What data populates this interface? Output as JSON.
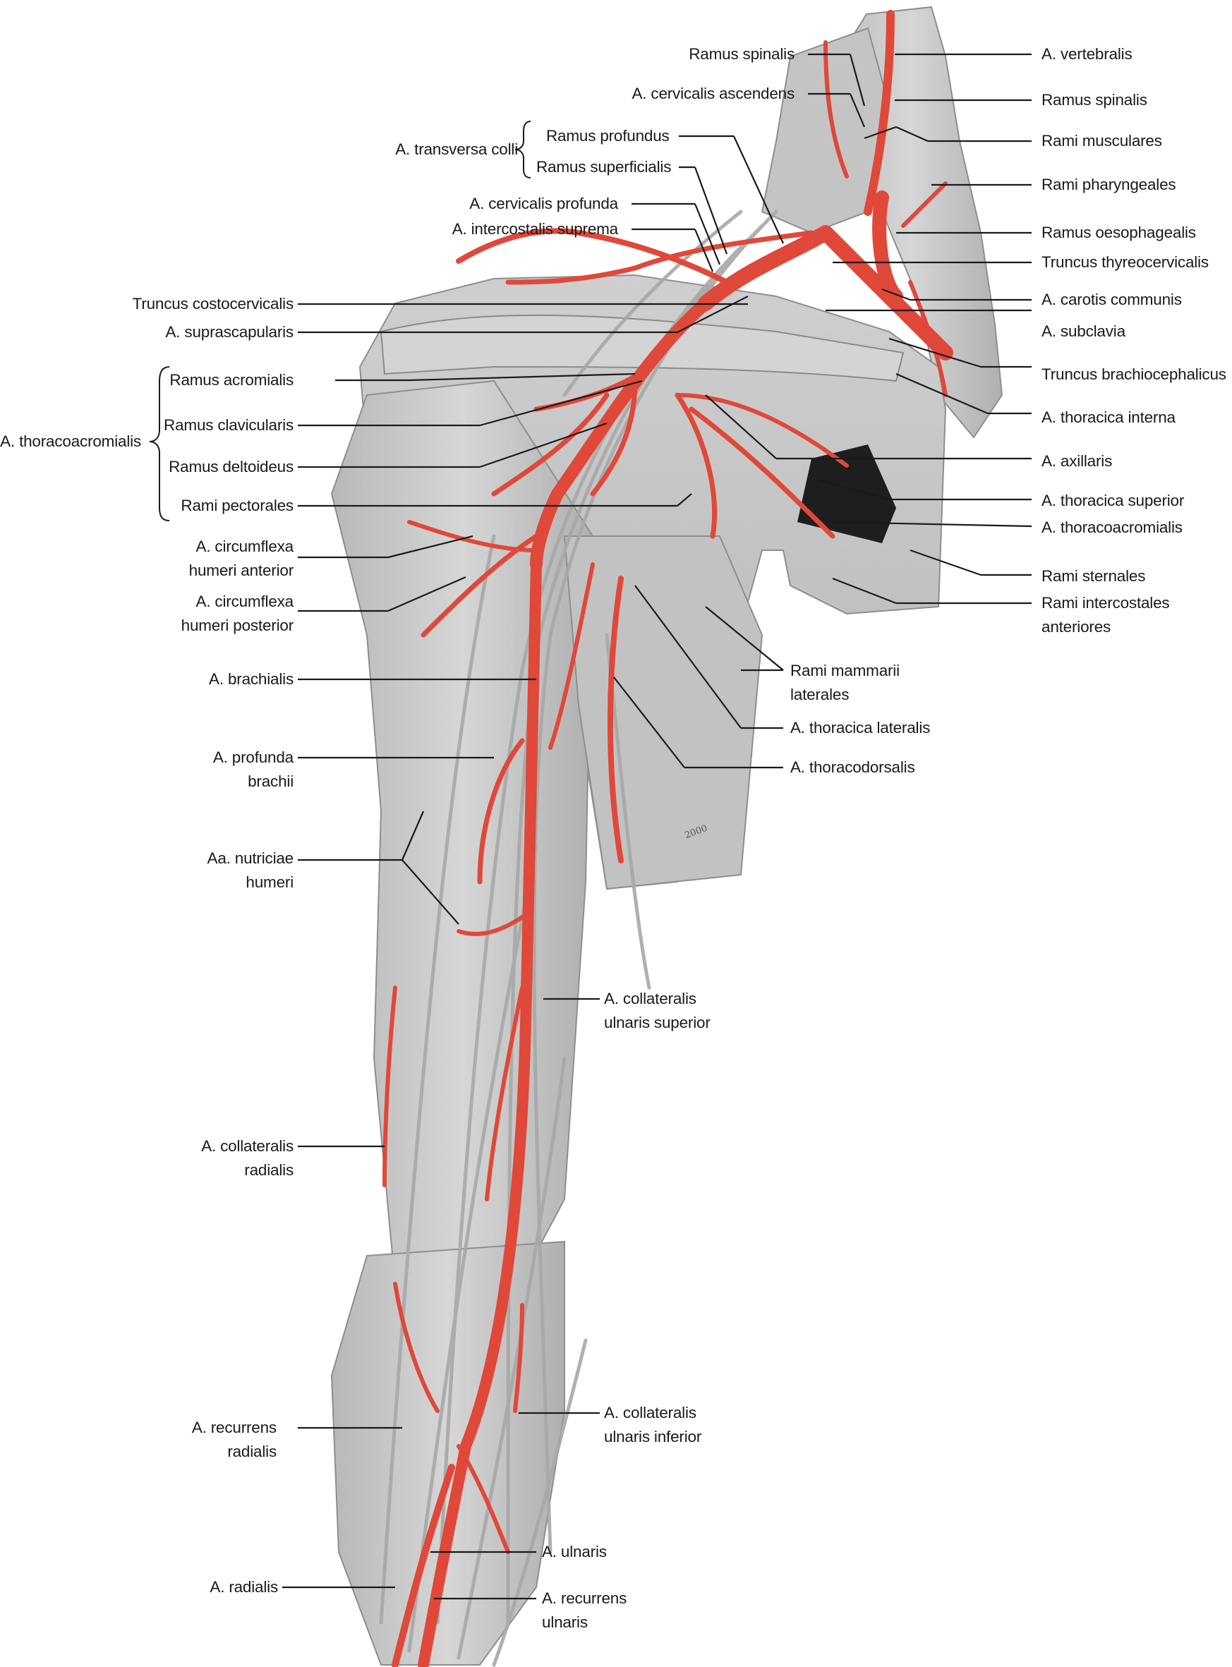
{
  "colors": {
    "artery": "#e0483a",
    "artery_dark": "#b62f26",
    "tissue": "#c9c9c9",
    "tissue_dark": "#9e9e9e",
    "nerve": "#b3b3b3",
    "line": "#1a1a1a"
  },
  "labels": {
    "ramus_spinalis_top": "Ramus spinalis",
    "a_vertebralis": "A. vertebralis",
    "a_cervicalis_ascendens": "A. cervicalis ascendens",
    "ramus_spinalis_right": "Ramus spinalis",
    "a_transversa_colli": "A. transversa colli",
    "ramus_profundus": "Ramus profundus",
    "rami_musculares": "Rami musculares",
    "ramus_superficialis": "Ramus superficialis",
    "rami_pharyngeales": "Rami pharyngeales",
    "a_cervicalis_profunda": "A. cervicalis profunda",
    "a_intercostalis_suprema": "A. intercostalis suprema",
    "ramus_oesophagealis": "Ramus oesophagealis",
    "truncus_thyreocervicalis": "Truncus thyreocervicalis",
    "truncus_costocervicalis": "Truncus costocervicalis",
    "a_carotis_communis": "A. carotis communis",
    "a_suprascapularis": "A. suprascapularis",
    "a_subclavia": "A. subclavia",
    "ramus_acromialis": "Ramus acromialis",
    "truncus_brachiocephalicus": "Truncus brachiocephalicus",
    "a_thoracoacromialis_group": "A. thoracoacromialis",
    "ramus_clavicularis": "Ramus clavicularis",
    "a_thoracica_interna": "A. thoracica interna",
    "ramus_deltoideus": "Ramus deltoideus",
    "a_axillaris": "A. axillaris",
    "rami_pectorales": "Rami pectorales",
    "a_thoracica_superior": "A. thoracica superior",
    "a_thoracoacromialis_right": "A. thoracoacromialis",
    "a_circumflexa_humeri_anterior_1": "A. circumflexa",
    "a_circumflexa_humeri_anterior_2": "humeri anterior",
    "rami_sternales": "Rami sternales",
    "a_circumflexa_humeri_posterior_1": "A. circumflexa",
    "a_circumflexa_humeri_posterior_2": "humeri posterior",
    "rami_intercostales_anteriores_1": "Rami intercostales",
    "rami_intercostales_anteriores_2": "anteriores",
    "rami_mammarii_laterales_1": "Rami mammarii",
    "rami_mammarii_laterales_2": "laterales",
    "a_brachialis": "A. brachialis",
    "a_thoracica_lateralis": "A. thoracica lateralis",
    "a_profunda_brachii_1": "A. profunda",
    "a_profunda_brachii_2": "brachii",
    "a_thoracodorsalis": "A. thoracodorsalis",
    "aa_nutriciae_humeri_1": "Aa. nutriciae",
    "aa_nutriciae_humeri_2": "humeri",
    "a_collateralis_ulnaris_superior_1": "A. collateralis",
    "a_collateralis_ulnaris_superior_2": "ulnaris superior",
    "a_collateralis_radialis_1": "A. collateralis",
    "a_collateralis_radialis_2": "radialis",
    "a_collateralis_ulnaris_inferior_1": "A. collateralis",
    "a_collateralis_ulnaris_inferior_2": "ulnaris inferior",
    "a_recurrens_radialis_1": "A. recurrens",
    "a_recurrens_radialis_2": "radialis",
    "a_ulnaris": "A. ulnaris",
    "a_radialis": "A. radialis",
    "a_recurrens_ulnaris_1": "A. recurrens",
    "a_recurrens_ulnaris_2": "ulnaris"
  },
  "signature": "2000"
}
